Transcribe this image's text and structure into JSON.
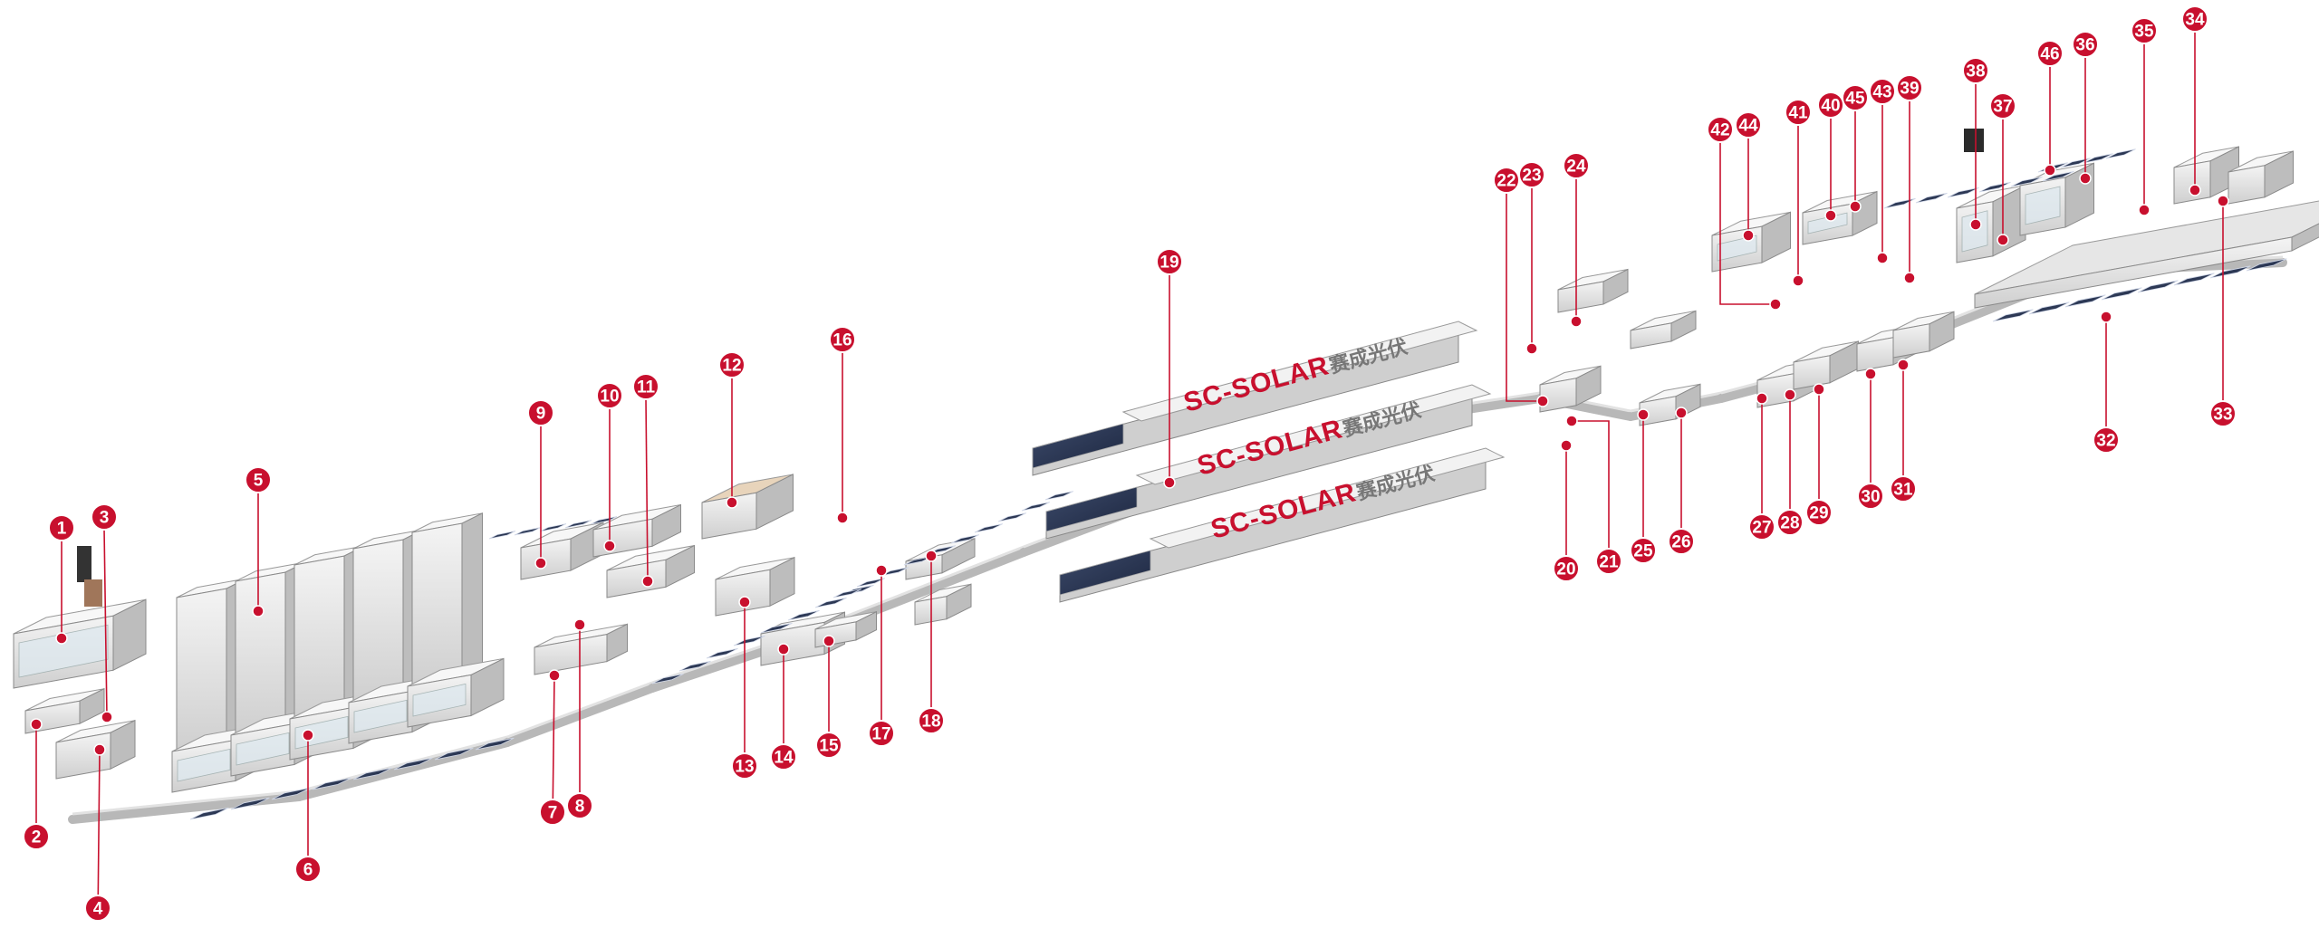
{
  "diagram": {
    "brand": {
      "name": "SC-SOLAR",
      "name_cn": "赛成光伏",
      "accent_color": "#c8102e"
    },
    "callouts": [
      {
        "id": "1",
        "label": "1"
      },
      {
        "id": "2",
        "label": "2"
      },
      {
        "id": "3",
        "label": "3"
      },
      {
        "id": "4",
        "label": "4"
      },
      {
        "id": "5",
        "label": "5"
      },
      {
        "id": "6",
        "label": "6"
      },
      {
        "id": "7",
        "label": "7"
      },
      {
        "id": "8",
        "label": "8"
      },
      {
        "id": "9",
        "label": "9"
      },
      {
        "id": "10",
        "label": "10"
      },
      {
        "id": "11",
        "label": "11"
      },
      {
        "id": "12",
        "label": "12"
      },
      {
        "id": "13",
        "label": "13"
      },
      {
        "id": "14",
        "label": "14"
      },
      {
        "id": "15",
        "label": "15"
      },
      {
        "id": "16",
        "label": "16"
      },
      {
        "id": "17",
        "label": "17"
      },
      {
        "id": "18",
        "label": "18"
      },
      {
        "id": "19",
        "label": "19"
      },
      {
        "id": "20",
        "label": "20"
      },
      {
        "id": "21",
        "label": "21"
      },
      {
        "id": "22",
        "label": "22"
      },
      {
        "id": "23",
        "label": "23"
      },
      {
        "id": "24",
        "label": "24"
      },
      {
        "id": "25",
        "label": "25"
      },
      {
        "id": "26",
        "label": "26"
      },
      {
        "id": "27",
        "label": "27"
      },
      {
        "id": "28",
        "label": "28"
      },
      {
        "id": "29",
        "label": "29"
      },
      {
        "id": "30",
        "label": "30"
      },
      {
        "id": "31",
        "label": "31"
      },
      {
        "id": "32",
        "label": "32"
      },
      {
        "id": "33",
        "label": "33"
      },
      {
        "id": "34",
        "label": "34"
      },
      {
        "id": "35",
        "label": "35"
      },
      {
        "id": "36",
        "label": "36"
      },
      {
        "id": "37",
        "label": "37"
      },
      {
        "id": "38",
        "label": "38"
      },
      {
        "id": "39",
        "label": "39"
      },
      {
        "id": "40",
        "label": "40"
      },
      {
        "id": "41",
        "label": "41"
      },
      {
        "id": "42",
        "label": "42"
      },
      {
        "id": "43",
        "label": "43"
      },
      {
        "id": "44",
        "label": "44"
      },
      {
        "id": "45",
        "label": "45"
      },
      {
        "id": "46",
        "label": "46"
      }
    ]
  }
}
